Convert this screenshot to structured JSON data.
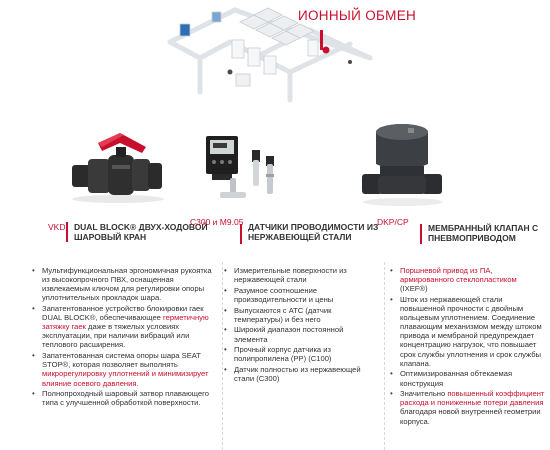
{
  "title": "ИОННЫЙ ОБМЕН",
  "columns": [
    {
      "tag": "VKD",
      "heading": "DUAL BLOCK® ДВУХ-ХОДОВОЙ ШАРОВЫЙ КРАН",
      "bullets": [
        [
          {
            "t": "Мультифункциональная эргономичная рукоятка из высокопрочного ПВХ, оснащенная извлекаемым ключом для регулировки опоры уплотнительных прокладок шара."
          }
        ],
        [
          {
            "t": "Запатентованное устройство блокировки гаек DUAL BLOCK®, обеспечивающее "
          },
          {
            "t": "герметичную затяжку гаек",
            "r": true
          },
          {
            "t": " даже в тяжелых условиях эксплуатации, при наличии вибраций или теплового расширения."
          }
        ],
        [
          {
            "t": "Запатентованная система опоры шара SEAT STOP®, которая позволяет выполнять "
          },
          {
            "t": "микрорегулировку уплотнений и минимизирует влияние осевого давления.",
            "r": true
          }
        ],
        [
          {
            "t": "Полнопроходный шаровый затвор плавающего типа с улучшенной обработкой поверхности."
          }
        ]
      ]
    },
    {
      "tag": "C300 и M9.05",
      "heading": "ДАТЧИКИ ПРОВОДИМОСТИ ИЗ НЕРЖАВЕЮЩЕЙ СТАЛИ",
      "bullets": [
        [
          {
            "t": "Измерительные поверхности из нержавеющей стали"
          }
        ],
        [
          {
            "t": "Разумное соотношение производительности и цены"
          }
        ],
        [
          {
            "t": "Выпускаются с АТС (датчик температуры) и без него"
          }
        ],
        [
          {
            "t": "Широкий диапазон постоянной элемента"
          }
        ],
        [
          {
            "t": "Прочный корпус датчика из полипропилена (PP) (C100)"
          }
        ],
        [
          {
            "t": "Датчик полностью из нержавеющей стали (C300)"
          }
        ]
      ]
    },
    {
      "tag": "DKP/CP",
      "heading": "МЕМБРАННЫЙ КЛАПАН С ПНЕВМОПРИВОДОМ",
      "bullets": [
        [
          {
            "t": "Поршневой привод из ПА, армированного стеклопластиком",
            "r": true
          },
          {
            "t": " (IXEF®)"
          }
        ],
        [
          {
            "t": "Шток из нержавеющей стали повышенной прочности с двойным кольцевым уплотнением. Соединение плавающим механизмом между штоком привода и мембраной предупреждает концентрацию нагрузок, что повышает срок службы уплотнения и срок службы клапана."
          }
        ],
        [
          {
            "t": "Оптимизированная обтекаемая конструкция"
          }
        ],
        [
          {
            "t": "Значительно "
          },
          {
            "t": "повышенный коэффициент расхода и пониженные потери давления",
            "r": true
          },
          {
            "t": " благодаря новой внутренней геометрии корпуса."
          }
        ]
      ]
    }
  ],
  "colors": {
    "accent": "#c8102e",
    "text": "#333333",
    "pipe": "#dde1e6"
  }
}
